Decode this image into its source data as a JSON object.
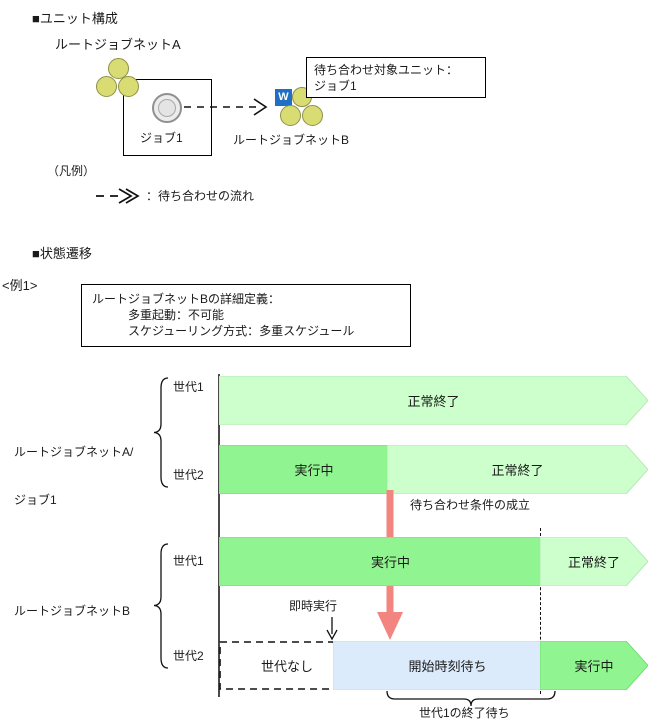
{
  "sections": {
    "unit_composition_heading": "■ユニット構成",
    "state_transition_heading": "■状態遷移",
    "example_label": "<例1>"
  },
  "unit_composition": {
    "jobnet_a_label": "ルートジョブネットA",
    "job_label": "ジョブ1",
    "jobnet_b_label": "ルートジョブネットB",
    "w_badge": "W",
    "callout_line1": "待ち合わせ対象ユニット：",
    "callout_line2": "ジョブ1",
    "legend_title": "（凡例）",
    "legend_arrow_glyph": "－－≫",
    "legend_text": "：待ち合わせの流れ"
  },
  "definition_box": {
    "line1": "ルートジョブネットBの詳細定義：",
    "line2": "多重起動：不可能",
    "line3": "スケジューリング方式：多重スケジュール"
  },
  "timeline": {
    "group_a_label_line1": "ルートジョブネットA/",
    "group_a_label_line2": "ジョブ1",
    "group_b_label": "ルートジョブネットB",
    "gen1_label": "世代1",
    "gen2_label": "世代2",
    "annotation_wait_condition": "待ち合わせ条件の成立",
    "annotation_immediate_exec": "即時実行",
    "annotation_bottom_brace": "世代1の終了待ち"
  },
  "chart_data": {
    "type": "table",
    "title": "状態遷移",
    "rows": [
      {
        "group": "ルートジョブネットA/ジョブ1",
        "generation": "世代1",
        "bars": [
          {
            "label": "正常終了",
            "style": "light-green",
            "start": 0,
            "end": 429
          }
        ]
      },
      {
        "group": "ルートジョブネットA/ジョブ1",
        "generation": "世代2",
        "bars": [
          {
            "label": "実行中",
            "style": "green",
            "start": 0,
            "end": 168
          },
          {
            "label": "正常終了",
            "style": "light-green",
            "start": 168,
            "end": 429
          }
        ]
      },
      {
        "group": "ルートジョブネットB",
        "generation": "世代1",
        "bars": [
          {
            "label": "実行中",
            "style": "green",
            "start": 0,
            "end": 321
          },
          {
            "label": "正常終了",
            "style": "light-green",
            "start": 321,
            "end": 429
          }
        ]
      },
      {
        "group": "ルートジョブネットB",
        "generation": "世代2",
        "bars": [
          {
            "label": "世代なし",
            "style": "dashed",
            "start": 0,
            "end": 114
          },
          {
            "label": "開始時刻待ち",
            "style": "light-blue",
            "start": 114,
            "end": 321
          },
          {
            "label": "実行中",
            "style": "green",
            "start": 321,
            "end": 429
          }
        ]
      }
    ]
  },
  "colors": {
    "light_green": "#ccffcc",
    "green": "#90f490",
    "light_blue": "#dbebfc",
    "yellow_circle": "#d8dc72",
    "badge_blue": "#1f6fc4",
    "red_arrow": "#f2857f",
    "axis": "#4a4a4a"
  }
}
